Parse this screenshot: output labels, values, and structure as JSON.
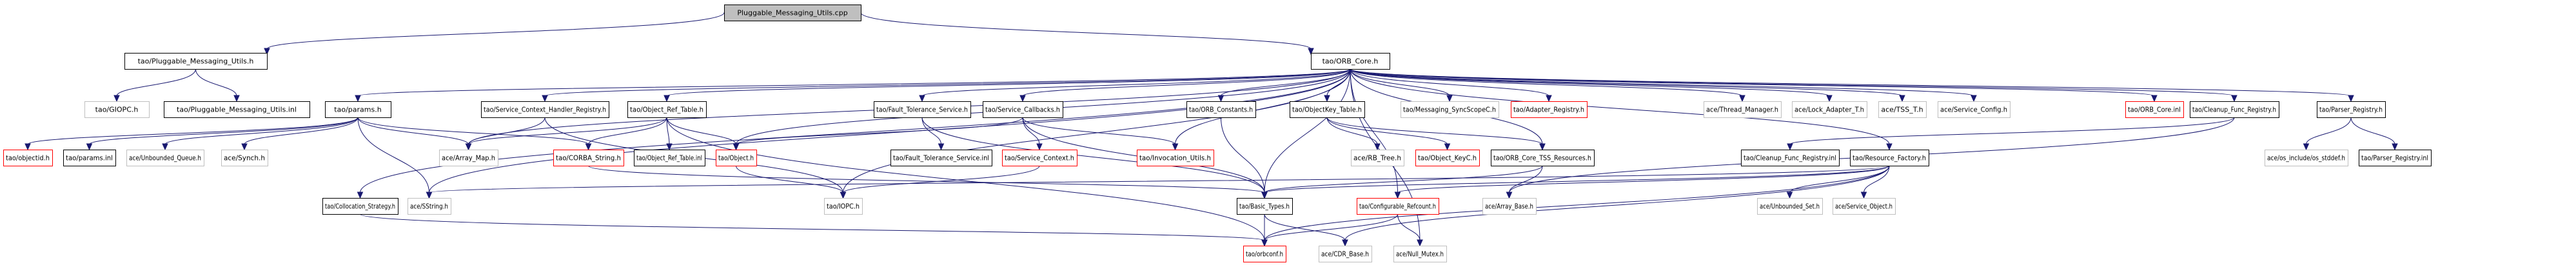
{
  "title": "Pluggable_Messaging_Utils.cpp include dependency graph",
  "colors": {
    "edge": "#191970",
    "documented_border": "#000000",
    "external_border": "#bfbfbf",
    "truncated_border": "#ff0000",
    "root_fill": "#bfbfbf"
  },
  "nodes": [
    {
      "id": "root",
      "label": "Pluggable_Messaging_Utils.cpp",
      "kind": "root"
    },
    {
      "id": "pmu_h",
      "label": "tao/Pluggable_Messaging_Utils.h",
      "kind": "documented"
    },
    {
      "id": "orb_core_h",
      "label": "tao/ORB_Core.h",
      "kind": "documented"
    },
    {
      "id": "giopc",
      "label": "tao/GIOPC.h",
      "kind": "external"
    },
    {
      "id": "pmu_inl",
      "label": "tao/Pluggable_Messaging_Utils.inl",
      "kind": "documented"
    },
    {
      "id": "params_h",
      "label": "tao/params.h",
      "kind": "documented"
    },
    {
      "id": "sc_handler_reg",
      "label": "tao/Service_Context_Handler_Registry.h",
      "kind": "documented"
    },
    {
      "id": "obj_ref_table",
      "label": "tao/Object_Ref_Table.h",
      "kind": "documented"
    },
    {
      "id": "ft_service",
      "label": "tao/Fault_Tolerance_Service.h",
      "kind": "documented"
    },
    {
      "id": "service_callbacks",
      "label": "tao/Service_Callbacks.h",
      "kind": "documented"
    },
    {
      "id": "orb_constants",
      "label": "tao/ORB_Constants.h",
      "kind": "documented"
    },
    {
      "id": "objectkey_table",
      "label": "tao/ObjectKey_Table.h",
      "kind": "documented"
    },
    {
      "id": "messaging_syncscope",
      "label": "tao/Messaging_SyncScopeC.h",
      "kind": "external"
    },
    {
      "id": "adapter_registry",
      "label": "tao/Adapter_Registry.h",
      "kind": "truncated"
    },
    {
      "id": "thread_manager",
      "label": "ace/Thread_Manager.h",
      "kind": "external"
    },
    {
      "id": "lock_adapter",
      "label": "ace/Lock_Adapter_T.h",
      "kind": "external"
    },
    {
      "id": "tss_t",
      "label": "ace/TSS_T.h",
      "kind": "external"
    },
    {
      "id": "service_config",
      "label": "ace/Service_Config.h",
      "kind": "external"
    },
    {
      "id": "orb_core_inl",
      "label": "tao/ORB_Core.inl",
      "kind": "truncated"
    },
    {
      "id": "cleanup_func_reg",
      "label": "tao/Cleanup_Func_Registry.h",
      "kind": "documented"
    },
    {
      "id": "parser_registry",
      "label": "tao/Parser_Registry.h",
      "kind": "documented"
    },
    {
      "id": "objectid",
      "label": "tao/objectid.h",
      "kind": "truncated"
    },
    {
      "id": "params_inl",
      "label": "tao/params.inl",
      "kind": "documented"
    },
    {
      "id": "unbounded_queue",
      "label": "ace/Unbounded_Queue.h",
      "kind": "external"
    },
    {
      "id": "synch",
      "label": "ace/Synch.h",
      "kind": "external"
    },
    {
      "id": "array_map",
      "label": "ace/Array_Map.h",
      "kind": "external"
    },
    {
      "id": "corba_string",
      "label": "tao/CORBA_String.h",
      "kind": "truncated"
    },
    {
      "id": "obj_ref_table_inl",
      "label": "tao/Object_Ref_Table.inl",
      "kind": "documented"
    },
    {
      "id": "object_h",
      "label": "tao/Object.h",
      "kind": "truncated"
    },
    {
      "id": "ft_service_inl",
      "label": "tao/Fault_Tolerance_Service.inl",
      "kind": "documented"
    },
    {
      "id": "service_context",
      "label": "tao/Service_Context.h",
      "kind": "truncated"
    },
    {
      "id": "invocation_utils",
      "label": "tao/Invocation_Utils.h",
      "kind": "truncated"
    },
    {
      "id": "rb_tree",
      "label": "ace/RB_Tree.h",
      "kind": "external"
    },
    {
      "id": "object_keyc",
      "label": "tao/Object_KeyC.h",
      "kind": "truncated"
    },
    {
      "id": "orb_core_tss",
      "label": "tao/ORB_Core_TSS_Resources.h",
      "kind": "documented"
    },
    {
      "id": "cleanup_func_reg_inl",
      "label": "tao/Cleanup_Func_Registry.inl",
      "kind": "documented"
    },
    {
      "id": "resource_factory",
      "label": "tao/Resource_Factory.h",
      "kind": "documented"
    },
    {
      "id": "os_stddef",
      "label": "ace/os_include/os_stddef.h",
      "kind": "external"
    },
    {
      "id": "parser_registry_inl",
      "label": "tao/Parser_Registry.inl",
      "kind": "documented"
    },
    {
      "id": "collocation_strategy",
      "label": "tao/Collocation_Strategy.h",
      "kind": "documented"
    },
    {
      "id": "sstring",
      "label": "ace/SString.h",
      "kind": "external"
    },
    {
      "id": "iopc",
      "label": "tao/IOPC.h",
      "kind": "external"
    },
    {
      "id": "basic_types",
      "label": "tao/Basic_Types.h",
      "kind": "documented"
    },
    {
      "id": "configurable_refcount",
      "label": "tao/Configurable_Refcount.h",
      "kind": "truncated"
    },
    {
      "id": "array_base",
      "label": "ace/Array_Base.h",
      "kind": "external"
    },
    {
      "id": "unbounded_set",
      "label": "ace/Unbounded_Set.h",
      "kind": "external"
    },
    {
      "id": "service_object",
      "label": "ace/Service_Object.h",
      "kind": "external"
    },
    {
      "id": "orbconf",
      "label": "tao/orbconf.h",
      "kind": "truncated"
    },
    {
      "id": "cdr_base",
      "label": "ace/CDR_Base.h",
      "kind": "external"
    },
    {
      "id": "null_mutex",
      "label": "ace/Null_Mutex.h",
      "kind": "external"
    }
  ],
  "edges": [
    [
      "root",
      "pmu_h"
    ],
    [
      "root",
      "orb_core_h"
    ],
    [
      "pmu_h",
      "giopc"
    ],
    [
      "pmu_h",
      "pmu_inl"
    ],
    [
      "orb_core_h",
      "params_h"
    ],
    [
      "orb_core_h",
      "sc_handler_reg"
    ],
    [
      "orb_core_h",
      "obj_ref_table"
    ],
    [
      "orb_core_h",
      "ft_service"
    ],
    [
      "orb_core_h",
      "service_callbacks"
    ],
    [
      "orb_core_h",
      "orb_constants"
    ],
    [
      "orb_core_h",
      "objectkey_table"
    ],
    [
      "orb_core_h",
      "messaging_syncscope"
    ],
    [
      "orb_core_h",
      "adapter_registry"
    ],
    [
      "orb_core_h",
      "thread_manager"
    ],
    [
      "orb_core_h",
      "lock_adapter"
    ],
    [
      "orb_core_h",
      "tss_t"
    ],
    [
      "orb_core_h",
      "service_config"
    ],
    [
      "orb_core_h",
      "orb_core_inl"
    ],
    [
      "orb_core_h",
      "cleanup_func_reg"
    ],
    [
      "orb_core_h",
      "parser_registry"
    ],
    [
      "orb_core_h",
      "array_map"
    ],
    [
      "orb_core_h",
      "object_h"
    ],
    [
      "orb_core_h",
      "invocation_utils"
    ],
    [
      "orb_core_h",
      "orb_core_tss"
    ],
    [
      "orb_core_h",
      "resource_factory"
    ],
    [
      "orb_core_h",
      "collocation_strategy"
    ],
    [
      "orb_core_h",
      "sstring"
    ],
    [
      "orb_core_h",
      "basic_types"
    ],
    [
      "orb_core_h",
      "configurable_refcount"
    ],
    [
      "orb_core_h",
      "null_mutex"
    ],
    [
      "orb_core_h",
      "iopc"
    ],
    [
      "params_h",
      "objectid"
    ],
    [
      "params_h",
      "params_inl"
    ],
    [
      "params_h",
      "unbounded_queue"
    ],
    [
      "params_h",
      "synch"
    ],
    [
      "params_h",
      "array_map"
    ],
    [
      "params_h",
      "corba_string"
    ],
    [
      "params_h",
      "sstring"
    ],
    [
      "sc_handler_reg",
      "array_map"
    ],
    [
      "sc_handler_reg",
      "iopc"
    ],
    [
      "obj_ref_table",
      "array_map"
    ],
    [
      "obj_ref_table",
      "corba_string"
    ],
    [
      "obj_ref_table",
      "obj_ref_table_inl"
    ],
    [
      "obj_ref_table",
      "object_h"
    ],
    [
      "obj_ref_table",
      "orbconf"
    ],
    [
      "ft_service",
      "ft_service_inl"
    ],
    [
      "ft_service",
      "basic_types"
    ],
    [
      "service_callbacks",
      "object_h"
    ],
    [
      "service_callbacks",
      "service_context"
    ],
    [
      "service_callbacks",
      "invocation_utils"
    ],
    [
      "service_callbacks",
      "basic_types"
    ],
    [
      "orb_constants",
      "basic_types"
    ],
    [
      "objectkey_table",
      "rb_tree"
    ],
    [
      "objectkey_table",
      "object_keyc"
    ],
    [
      "objectkey_table",
      "orb_core_tss"
    ],
    [
      "parser_registry",
      "os_stddef"
    ],
    [
      "parser_registry",
      "parser_registry_inl"
    ],
    [
      "cleanup_func_reg",
      "cleanup_func_reg_inl"
    ],
    [
      "cleanup_func_reg",
      "array_base"
    ],
    [
      "orb_core_tss",
      "array_base"
    ],
    [
      "orb_core_tss",
      "basic_types"
    ],
    [
      "resource_factory",
      "sstring"
    ],
    [
      "resource_factory",
      "basic_types"
    ],
    [
      "resource_factory",
      "configurable_refcount"
    ],
    [
      "resource_factory",
      "unbounded_set"
    ],
    [
      "resource_factory",
      "service_object"
    ],
    [
      "resource_factory",
      "cdr_base"
    ],
    [
      "resource_factory",
      "orbconf"
    ],
    [
      "object_h",
      "iopc"
    ],
    [
      "corba_string",
      "basic_types"
    ],
    [
      "service_context",
      "iopc"
    ],
    [
      "collocation_strategy",
      "orbconf"
    ],
    [
      "basic_types",
      "orbconf"
    ],
    [
      "basic_types",
      "cdr_base"
    ],
    [
      "configurable_refcount",
      "orbconf"
    ],
    [
      "configurable_refcount",
      "null_mutex"
    ]
  ]
}
